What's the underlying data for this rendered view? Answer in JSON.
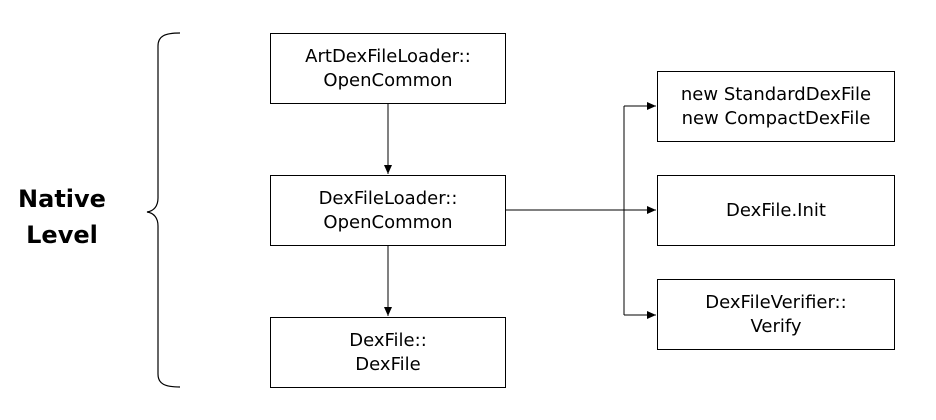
{
  "level_label": {
    "line1": "Native",
    "line2": "Level"
  },
  "nodes": {
    "art_loader": {
      "line1": "ArtDexFileLoader::",
      "line2": "OpenCommon"
    },
    "dex_loader": {
      "line1": "DexFileLoader::",
      "line2": "OpenCommon"
    },
    "dexfile": {
      "line1": "DexFile::",
      "line2": "DexFile"
    },
    "new_dexfile": {
      "line1": "new StandardDexFile",
      "line2": "new CompactDexFile"
    },
    "init": {
      "line1": "DexFile.Init"
    },
    "verifier": {
      "line1": "DexFileVerifier::",
      "line2": "Verify"
    }
  },
  "edges": [
    {
      "from": "art_loader",
      "to": "dex_loader"
    },
    {
      "from": "dex_loader",
      "to": "dexfile"
    },
    {
      "from": "dex_loader",
      "to": "new_dexfile"
    },
    {
      "from": "dex_loader",
      "to": "init"
    },
    {
      "from": "dex_loader",
      "to": "verifier"
    }
  ]
}
